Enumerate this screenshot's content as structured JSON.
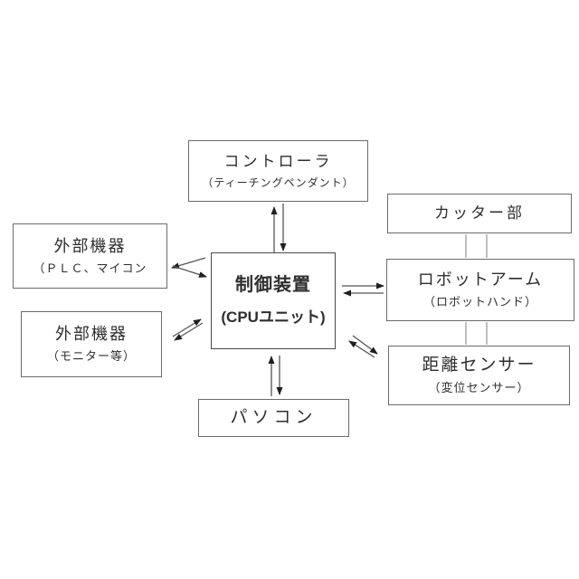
{
  "diagram": {
    "nodes": {
      "controller": {
        "label": "コントローラ",
        "sublabel": "（ティーチングペンダント）"
      },
      "cpu": {
        "label": "制御装置",
        "sublabel": "(CPUユニット)"
      },
      "external1": {
        "label": "外部機器",
        "sublabel": "（ＰＬＣ、マイコン"
      },
      "external2": {
        "label": "外部機器",
        "sublabel": "（モニター等）"
      },
      "pc": {
        "label": "パソコン"
      },
      "cutter": {
        "label": "カッター部"
      },
      "arm": {
        "label": "ロボットアーム",
        "sublabel": "（ロボットハンド）"
      },
      "sensor": {
        "label": "距離センサー",
        "sublabel": "（変位センサー）"
      }
    },
    "edges": [
      {
        "from": "controller",
        "to": "cpu",
        "type": "bidirectional"
      },
      {
        "from": "external1",
        "to": "cpu",
        "type": "bidirectional"
      },
      {
        "from": "external2",
        "to": "cpu",
        "type": "bidirectional"
      },
      {
        "from": "pc",
        "to": "cpu",
        "type": "bidirectional"
      },
      {
        "from": "cpu",
        "to": "arm",
        "type": "bidirectional"
      },
      {
        "from": "cpu",
        "to": "sensor",
        "type": "bidirectional"
      },
      {
        "from": "cutter",
        "to": "arm",
        "type": "connector"
      },
      {
        "from": "arm",
        "to": "sensor",
        "type": "connector"
      }
    ],
    "colors": {
      "background": "#ffffff",
      "box_border": "#6b6b6b",
      "cpu_border": "#4a4a4a",
      "text": "#2e2e2e",
      "arrow": "#555555",
      "arrowhead": "#1f1f1f",
      "connector": "#ababab"
    }
  }
}
